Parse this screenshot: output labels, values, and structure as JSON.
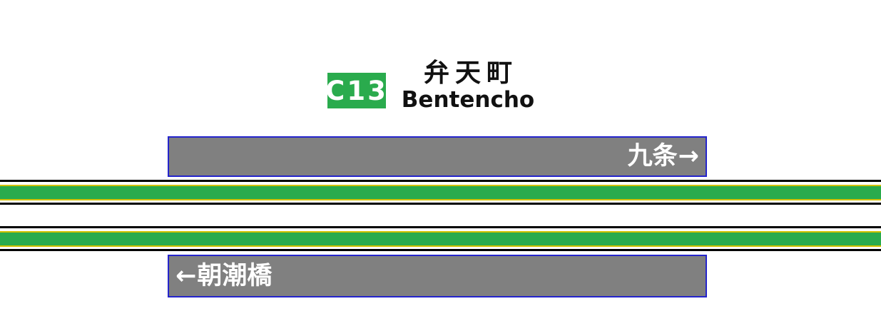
{
  "station_sign": {
    "station_code": "C13",
    "station_name_ja": "弁天町",
    "station_name_en": "Bentencho",
    "direction_next": {
      "station_name": "九条",
      "arrow": "→"
    },
    "direction_prev": {
      "station_name": "朝潮橋",
      "arrow": "←"
    }
  },
  "colors": {
    "line_green": "#2aab4d",
    "band_edge_yellow": "#d2c100",
    "bar_gray": "#808080",
    "bar_border_blue": "#2424cc",
    "sign_text_white": "#ffffff",
    "rule_black": "#000000",
    "station_text_black": "#111111"
  }
}
